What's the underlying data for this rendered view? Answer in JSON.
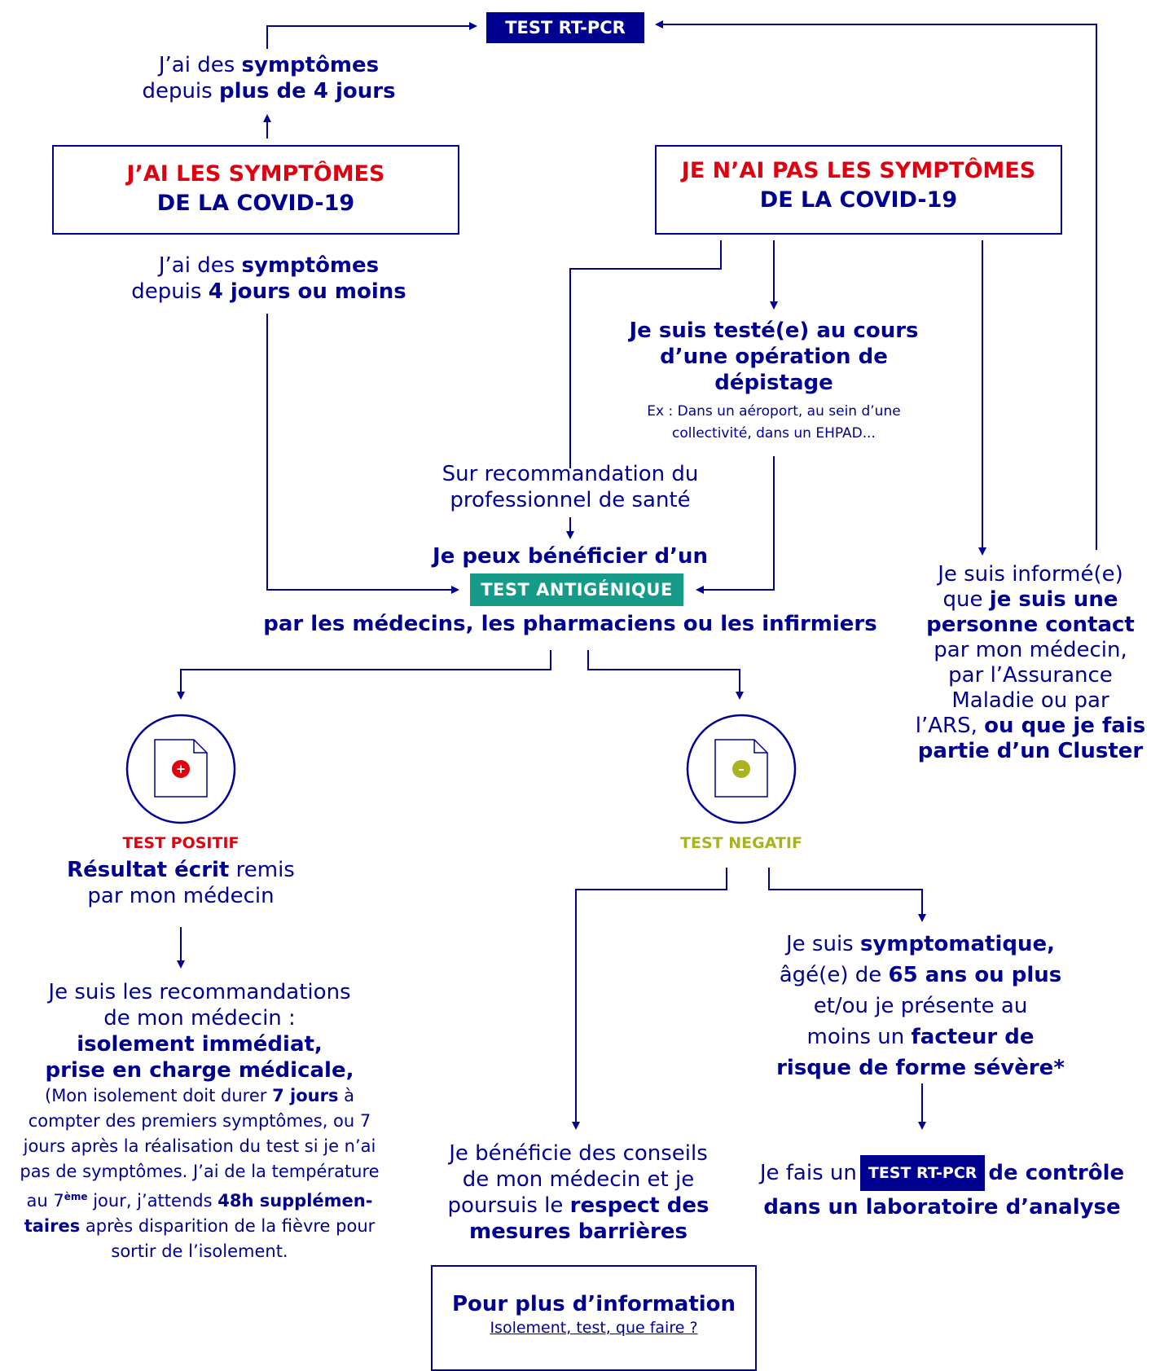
{
  "top_pill": "TEST RT-PCR",
  "symptoms_over4": {
    "line1_pre": "J’ai des ",
    "line1_bold": "symptômes",
    "line2_pre": "depuis ",
    "line2_bold": "plus de 4 jours"
  },
  "box_symptoms": {
    "line1": "J’AI LES SYMPTÔMES",
    "line2": "DE LA COVID-19"
  },
  "box_no_symptoms": {
    "line1": "JE N’AI PAS LES SYMPTÔMES",
    "line2": "DE LA COVID-19"
  },
  "symptoms_under4": {
    "line1_pre": "J’ai des ",
    "line1_bold": "symptômes",
    "line2_pre": "depuis ",
    "line2_bold": "4 jours ou moins"
  },
  "screening": {
    "line1": "Je suis testé(e) au cours",
    "line2": "d’une opération de",
    "line3": "dépistage",
    "example1": "Ex : Dans un aéroport, au sein d’une",
    "example2": "collectivité, dans un EHPAD..."
  },
  "recommendation": {
    "line1": "Sur recommandation du",
    "line2": "professionnel de santé"
  },
  "antigen": {
    "intro": "Je peux bénéficier d’un",
    "pill": "TEST ANTIGÉNIQUE",
    "by": "par les médecins, les pharmaciens ou les infirmiers"
  },
  "contact": {
    "l1": "Je suis informé(e)",
    "l2_pre": "que ",
    "l2_bold": "je suis une",
    "l3_bold": "personne contact",
    "l4": "par mon médecin,",
    "l5": "par l’Assurance",
    "l6": "Maladie ou par",
    "l7_pre": "l’ARS, ",
    "l7_bold": "ou que je fais",
    "l8_bold": "partie d’un Cluster"
  },
  "positive": {
    "icon_symbol": "+",
    "label": "TEST POSITIF",
    "result_bold": "Résultat écrit",
    "result_rest": " remis",
    "result_line2": "par mon médecin",
    "reco1": "Je suis les recommandations",
    "reco2": "de mon médecin :",
    "reco3": "isolement immédiat,",
    "reco4": "prise en charge médicale,",
    "iso1_pre": "(Mon isolement doit durer ",
    "iso1_bold": "7 jours",
    "iso1_post": " à",
    "iso2": "compter des premiers symptômes, ou 7",
    "iso3": "jours après la réalisation du test si je n’ai",
    "iso4": "pas de symptômes. J’ai de la température",
    "iso5_pre": "au 7",
    "iso5_sup": "ème",
    "iso5_mid": " jour, j’attends ",
    "iso5_bold": "48h supplémen-",
    "iso6_bold": "taires",
    "iso6_rest": " après disparition de la fièvre pour",
    "iso7": "sortir de l’isolement."
  },
  "negative": {
    "icon_symbol": "–",
    "label": "TEST NEGATIF",
    "advice1": "Je bénéficie des conseils",
    "advice2": "de mon médecin et je",
    "advice3_pre": "poursuis le ",
    "advice3_bold": "respect des",
    "advice4_bold": "mesures barrières",
    "risk1_pre": "Je suis ",
    "risk1_bold": "symptomatique,",
    "risk2_pre": "âgé(e) de ",
    "risk2_bold": "65 ans ou plus",
    "risk3": "et/ou je présente au",
    "risk4_pre": "moins un ",
    "risk4_bold": "facteur de",
    "risk5_bold": "risque de forme sévère*",
    "control_pre": "Je fais un",
    "control_pill": "TEST RT-PCR",
    "control_post": "de contrôle",
    "control_line2": "dans un laboratoire d’analyse"
  },
  "info_box": {
    "title": "Pour plus d’information",
    "link": "Isolement, test, que faire ?"
  },
  "colors": {
    "navy": "#000091",
    "red": "#e1000f",
    "teal": "#169b89",
    "lime": "#a9b21f"
  }
}
